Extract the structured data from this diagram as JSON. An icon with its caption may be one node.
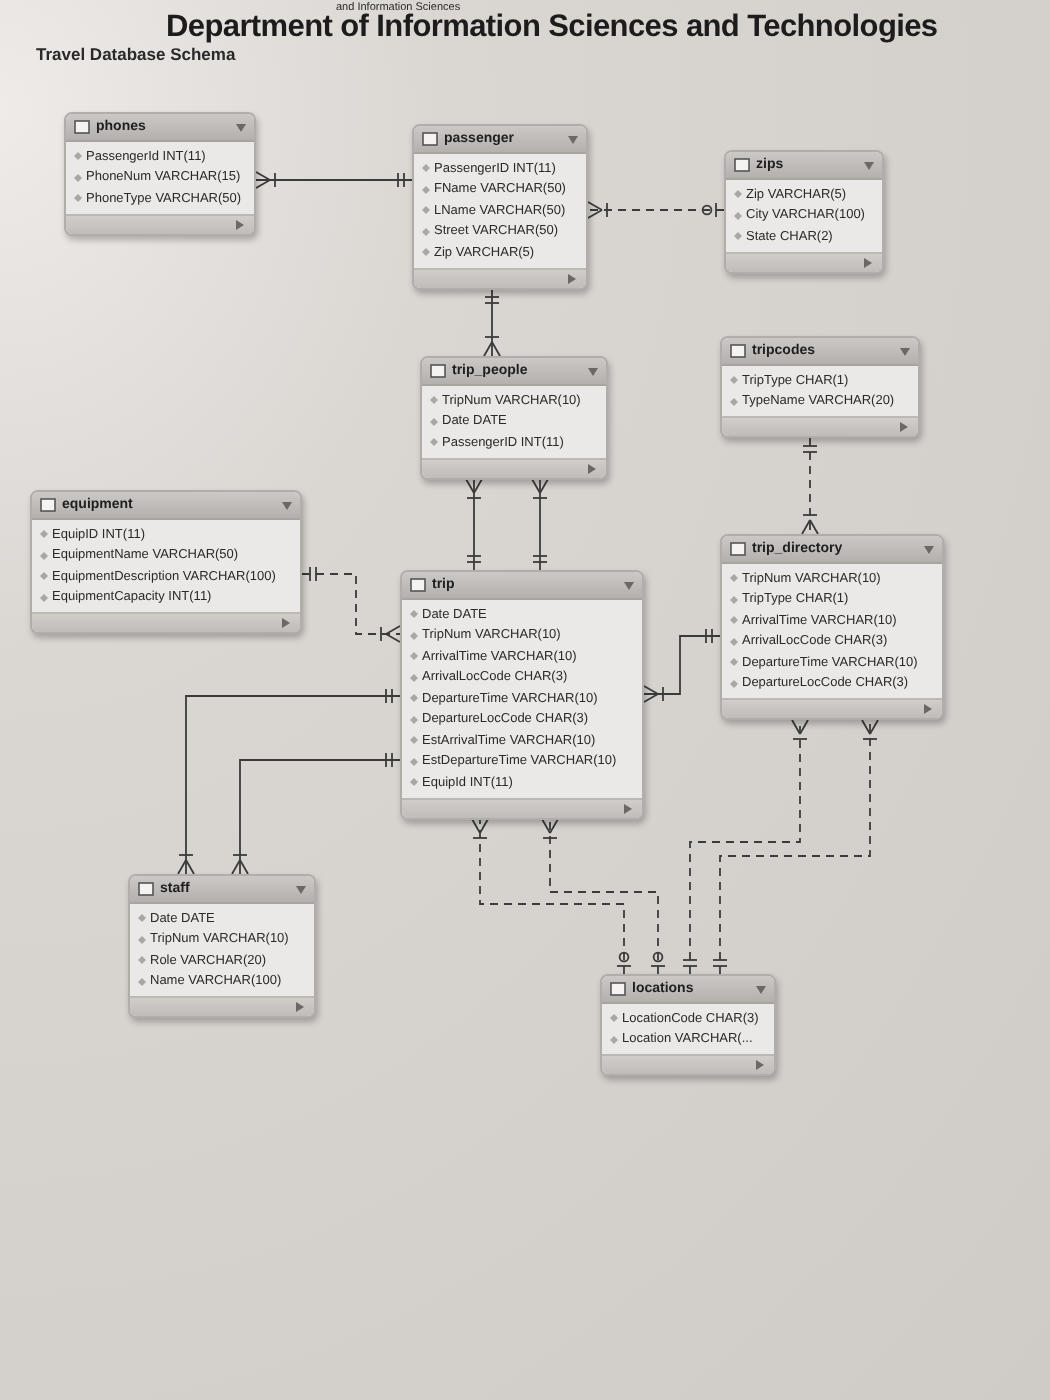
{
  "diagram": {
    "title": "Department of Information Sciences and Technologies",
    "nodes": [
      {
        "text": [
          "phones",
          "PassengerId INT(11)",
          "PhoneNum VARCHAR(15)",
          "PhoneType VARCHAR(50)"
        ]
      },
      {
        "text": [
          "passenger",
          "PassengerID INT(11)",
          "FName VARCHAR(50)",
          "LName VARCHAR(50)",
          "Street VARCHAR(50)",
          "Zip VARCHAR(5)"
        ]
      },
      {
        "text": [
          "zips",
          "Zip VARCHAR(5)",
          "City VARCHAR(100)",
          "State CHAR(2)"
        ]
      },
      {
        "text": [
          "trip_people",
          "TripNum VARCHAR(10)",
          "Date DATE",
          "PassengerID INT(11)"
        ]
      },
      {
        "text": [
          "tripcodes",
          "TripType CHAR(1)",
          "TypeName VARCHAR(20)"
        ]
      },
      {
        "text": [
          "equipment",
          "EquipID INT(11)",
          "EquipmentName VARCHAR(50)",
          "EquipmentDescription VARCHAR(100)",
          "EquipmentCapacity INT(11)"
        ]
      },
      {
        "text": [
          "trip_directory",
          "TripNum VARCHAR(10)",
          "TripType CHAR(1)",
          "ArrivalTime VARCHAR(10)",
          "ArrivalLocCode CHAR(3)",
          "DepartureTime VARCHAR(10)",
          "DepartureLocCode CHAR(3)"
        ]
      },
      {
        "text": [
          "trip",
          "Date DATE",
          "TripNum VARCHAR(10)",
          "ArrivalTime VARCHAR(10)",
          "ArrivalLocCode CHAR(3)",
          "DepartureTime VARCHAR(10)",
          "DepartureLocCode CHAR(3)",
          "EstArrivalTime VARCHAR(10)",
          "EstDepartureTime VARCHAR(10)",
          "EquipId INT(11)"
        ]
      },
      {
        "text": [
          "staff",
          "Date DATE",
          "TripNum VARCHAR(10)",
          "Role VARCHAR(20)",
          "Name VARCHAR(100)"
        ]
      },
      {
        "text": [
          "locations",
          "LocationCode CHAR(3)",
          "Location VARCHAR(..."
        ]
      }
    ],
    "edges": [
      {
        "from": 1,
        "to": 0,
        "arrow": "other"
      },
      {
        "from": 2,
        "to": 1,
        "arrow": "other",
        "style": "dashed"
      },
      {
        "from": 1,
        "to": 3,
        "arrow": "other"
      },
      {
        "from": 7,
        "to": 3,
        "arrow": "other"
      },
      {
        "from": 7,
        "to": 3,
        "arrow": "other"
      },
      {
        "from": 4,
        "to": 6,
        "arrow": "other",
        "style": "dashed"
      },
      {
        "from": 5,
        "to": 7,
        "arrow": "other",
        "style": "dashed"
      },
      {
        "from": 6,
        "to": 7,
        "arrow": "other"
      },
      {
        "from": 7,
        "to": 8,
        "arrow": "other"
      },
      {
        "from": 7,
        "to": 8,
        "arrow": "other"
      },
      {
        "from": 9,
        "to": 7,
        "arrow": "other",
        "style": "dashed"
      },
      {
        "from": 9,
        "to": 7,
        "arrow": "other",
        "style": "dashed"
      },
      {
        "from": 9,
        "to": 6,
        "arrow": "other",
        "style": "dashed"
      },
      {
        "from": 9,
        "to": 6,
        "arrow": "other",
        "style": "dashed"
      }
    ],
    "labels": [
      "and Information Sciences",
      "Travel Database Schema"
    ]
  }
}
